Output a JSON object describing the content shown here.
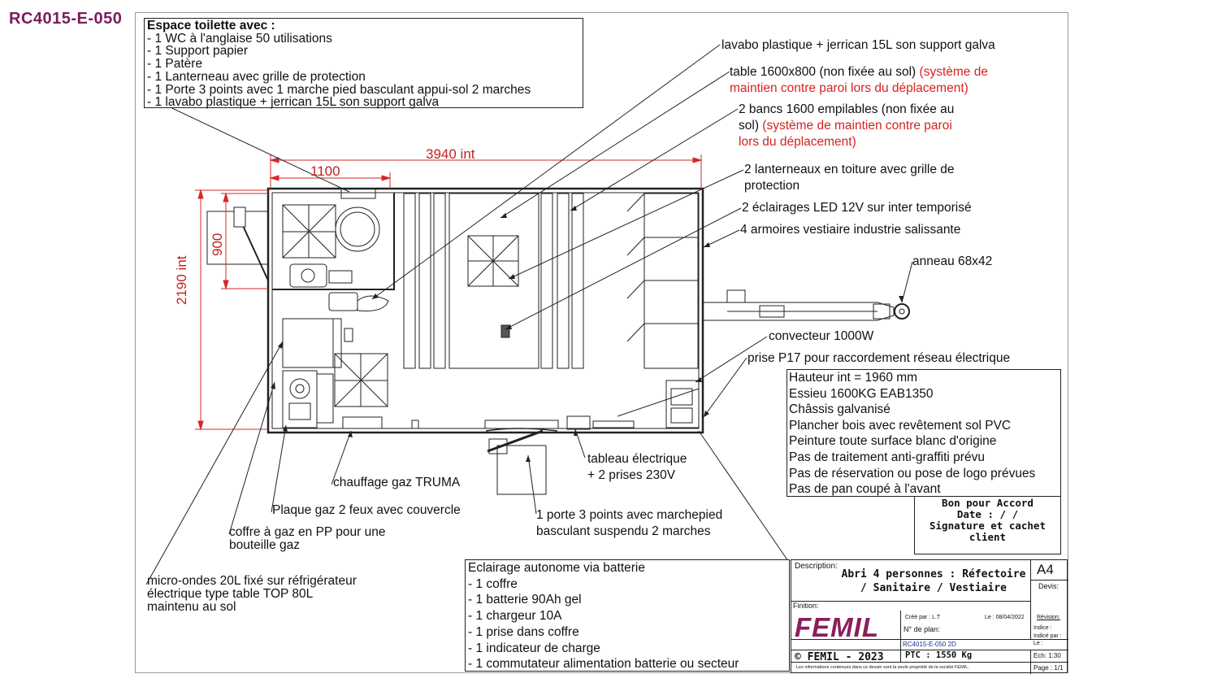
{
  "reference": "RC4015-E-050",
  "toilet_box": {
    "title": "Espace toilette avec :",
    "items": [
      "- 1 WC à l'anglaise 50 utilisations",
      "- 1 Support papier",
      "- 1 Patère",
      "- 1 Lanterneau avec grille de protection",
      "- 1 Porte 3 points avec 1 marche pied basculant appui-sol 2 marches",
      "- 1 lavabo plastique + jerrican 15L son support galva"
    ]
  },
  "dimensions": {
    "length": "3940 int",
    "toilet_length": "1100",
    "width": "2190 int",
    "door_width": "900"
  },
  "annotations_right": {
    "lavabo": "lavabo plastique + jerrican 15L son support galva",
    "table_line1": "table 1600x800 (non fixée au sol)",
    "table_red1": "(système de",
    "table_red2": "maintien contre paroi lors du déplacement)",
    "bancs_line1": "2 bancs 1600 empilables (non fixée au",
    "bancs_line2a": "sol)",
    "bancs_red2": "(système de maintien contre paroi",
    "bancs_red3": "lors du déplacement)",
    "lanterneaux_line1": "2 lanterneaux en toiture avec grille de",
    "lanterneaux_line2": "protection",
    "eclairages": "2 éclairages LED 12V sur inter temporisé",
    "armoires": "4 armoires vestiaire industrie salissante",
    "anneau": "anneau 68x42",
    "convecteur": "convecteur 1000W",
    "prise": "prise P17 pour raccordement réseau électrique"
  },
  "annotations_bottom": {
    "tableau_line1": "tableau électrique",
    "tableau_line2": "+ 2 prises 230V",
    "chauffage": "chauffage gaz TRUMA",
    "porte_line1": "1 porte 3 points avec marchepied",
    "porte_line2": "basculant suspendu 2 marches",
    "plaque": "Plaque gaz 2 feux avec couvercle",
    "coffre_line1": "coffre à gaz en PP pour une",
    "coffre_line2": "bouteille gaz",
    "micro_line1": "micro-ondes 20L fixé sur réfrigérateur",
    "micro_line2": "électrique type table TOP 80L",
    "micro_line3": "maintenu au sol"
  },
  "specs": [
    "Hauteur int = 1960 mm",
    "Essieu 1600KG EAB1350",
    "Châssis galvanisé",
    "Plancher bois avec revêtement sol PVC",
    "Peinture toute surface blanc d'origine",
    "Pas de traitement anti-graffiti prévu",
    "Pas de réservation ou pose de logo prévues",
    "Pas de pan coupé à l'avant"
  ],
  "accord": {
    "line1": "Bon pour Accord",
    "line2": "Date :   /   /",
    "line3": "Signature et cachet client"
  },
  "battery": {
    "title": "Eclairage autonome via batterie",
    "items": [
      "- 1 coffre",
      "- 1 batterie 90Ah gel",
      "- 1 chargeur 10A",
      "- 1 prise dans coffre",
      "- 1 indicateur de charge",
      "- 1 commutateur alimentation batterie ou secteur"
    ]
  },
  "title_block": {
    "description_label": "Description:",
    "description_line1": "Abri 4 personnes : Réfectoire",
    "description_line2": "/ Sanitaire / Vestiaire",
    "format": "A4",
    "devis_label": "Devis:",
    "finition_label": "Finition:",
    "logo": "FEMIL",
    "copyright": "© FEMIL - 2023",
    "cree_par": "Créé par : L.T",
    "date": "Le : 08/04/2022",
    "revision_label": "Révision:",
    "plan_label": "N° de plan:",
    "plan_number": "RC4015-E-050 2D",
    "indice_label": "Indice :",
    "indice_par": "Indicé par :",
    "le_label": "Le :",
    "ptc": "PTC : 1550 Kg",
    "echelle": "Ech: 1:30",
    "page": "Page : 1/1",
    "notice": "Les informations contenues dans ce dessin sont la seule propriété de la société FEMIL."
  },
  "colors": {
    "reference": "#7a1d5c",
    "dimension": "#d62828",
    "note_red": "#d4231f",
    "logo": "#8a1e5e"
  }
}
